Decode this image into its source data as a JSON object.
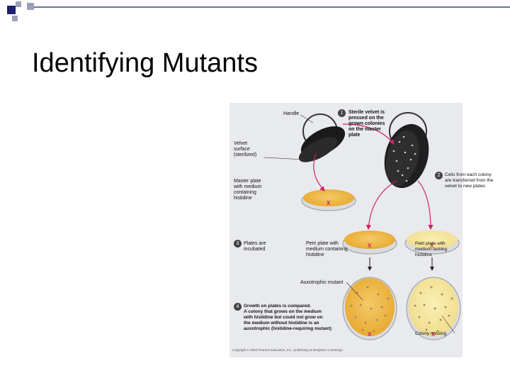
{
  "slide": {
    "title": "Identifying Mutants",
    "accent_colors": {
      "dark_square": "#1f1f6e",
      "light_square": "#9aa0b8",
      "top_line": "#6e7296"
    }
  },
  "figure": {
    "labels": {
      "handle": "Handle",
      "velvet": "Velvet\nsurface\n(sterilized)",
      "master_plate": "Master plate\nwith medium\ncontaining\nhistidine",
      "plates_incubated": "Plates are\nincubated",
      "petri_with": "Petri plate with\nmedium containing\nhistidine",
      "petri_lacking": "Petri plate with\nmedium lacking\nhistidine",
      "auxotrophic": "Auxotrophic mutant",
      "colony_missing": "Colony missing"
    },
    "steps": [
      {
        "number": "1",
        "text": "Sterile velvet is\npressed on the\ngrown colonies\non the master\nplate"
      },
      {
        "number": "2",
        "text": "Cells from each colony\nare transferred from the\nvelvet to new plates"
      },
      {
        "number": "3",
        "text": ""
      },
      {
        "number": "4",
        "text": "Growth on plates is compared.\nA colony that grows on the medium\nwith histidine but could not grow on\nthe medium without histidine is an\nauxotrophic (histidine-requiring mutant)"
      }
    ],
    "copyright": "Copyright © 2004 Pearson Education, Inc., publishing as Benjamin Cummings",
    "marker": "X"
  }
}
